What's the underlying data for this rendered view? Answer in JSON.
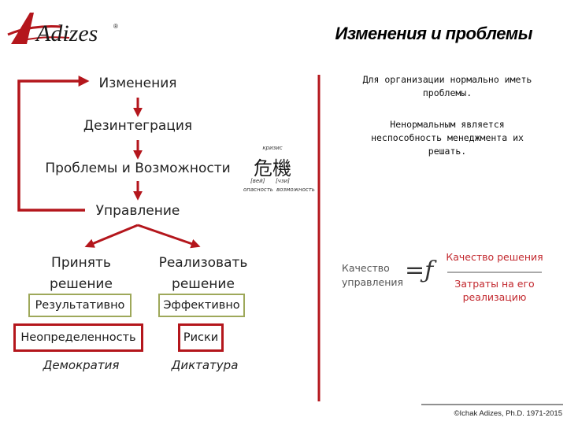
{
  "logo": {
    "text": "Adizes",
    "mark": "®"
  },
  "title": "Изменения и проблемы",
  "flow": {
    "steps": [
      "Изменения",
      "Дезинтеграция",
      "Проблемы и Возможности",
      "Управление"
    ]
  },
  "branches": {
    "left": {
      "heading_line1": "Принять",
      "heading_line2": "решение",
      "quality": "Результативно",
      "condition": "Неопределенность",
      "style": "Демократия"
    },
    "right": {
      "heading_line1": "Реализовать",
      "heading_line2": "решение",
      "quality": "Эффективно",
      "condition": "Риски",
      "style": "Диктатура"
    }
  },
  "crisis": {
    "label": "кризис",
    "kanji": "危機",
    "reading_left": "[вей]",
    "reading_right": "[чзи]",
    "meaning_left": "опасность",
    "meaning_right": "возможность"
  },
  "notes": {
    "line1": "Для организации нормально иметь",
    "line2": "проблемы.",
    "line3": "Ненормальным является",
    "line4": "неспособность менеджмента их",
    "line5": "решать."
  },
  "formula": {
    "lhs_line1": "Качество",
    "lhs_line2": "управления",
    "operator": "=ƒ",
    "numerator": "Качество решения",
    "denominator_line1": "Затраты на его",
    "denominator_line2": "реализацию"
  },
  "footer": "©Ichak Adizes, Ph.D. 1971-2015",
  "colors": {
    "accent": "#b4161c",
    "green_border": "#9ea85a"
  }
}
